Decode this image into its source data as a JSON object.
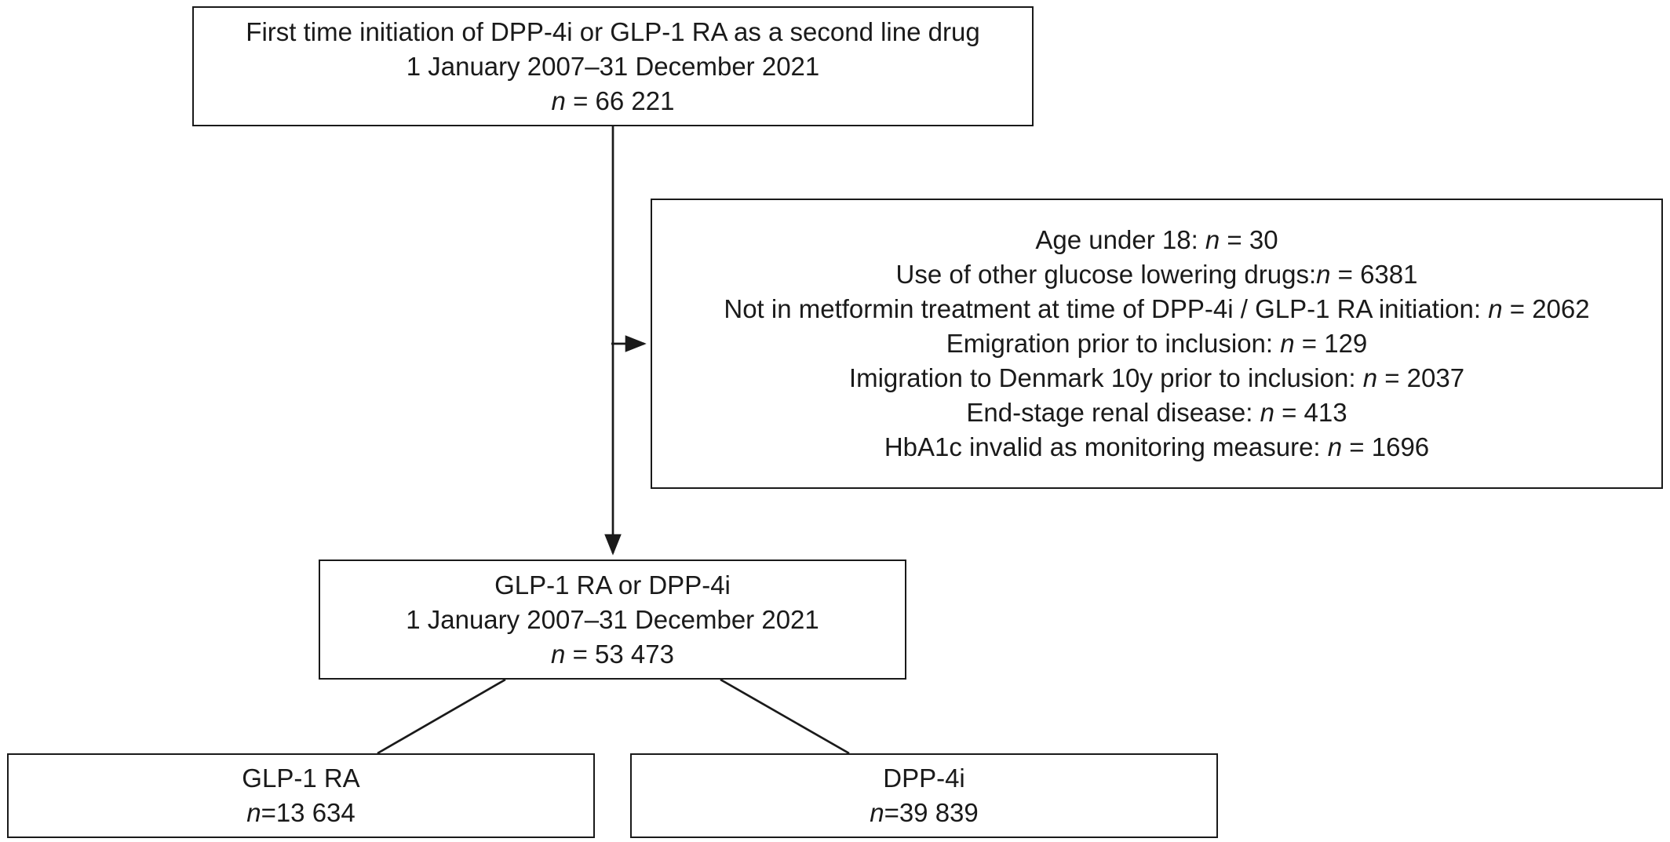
{
  "start": {
    "line1": "First time initiation of DPP-4i or GLP-1 RA as a second line drug",
    "line2": "1 January 2007–31 December 2021",
    "n_symbol": "n",
    "n_value": " = 66 221"
  },
  "exclusions": [
    {
      "prefix": "Age under 18: ",
      "n_symbol": "n",
      "value": " = 30"
    },
    {
      "prefix": "Use of other glucose lowering drugs:",
      "n_symbol": "n",
      "value": " = 6381"
    },
    {
      "prefix": "Not in metformin treatment at time of DPP-4i / GLP-1 RA initiation: ",
      "n_symbol": "n",
      "value": " = 2062"
    },
    {
      "prefix": "Emigration prior to inclusion: ",
      "n_symbol": "n",
      "value": " = 129"
    },
    {
      "prefix": "Imigration to Denmark 10y prior to inclusion: ",
      "n_symbol": "n",
      "value": " = 2037"
    },
    {
      "prefix": "End-stage renal disease: ",
      "n_symbol": "n",
      "value": " = 413"
    },
    {
      "prefix": "HbA1c invalid as monitoring measure: ",
      "n_symbol": "n",
      "value": " = 1696"
    }
  ],
  "cohort": {
    "line1": "GLP-1 RA or DPP-4i",
    "line2": "1 January 2007–31 December 2021",
    "n_symbol": "n",
    "n_value": " = 53 473"
  },
  "glp1": {
    "label": "GLP-1 RA",
    "n_symbol": "n",
    "n_value": "=13 634"
  },
  "dpp4": {
    "label": "DPP-4i",
    "n_symbol": "n",
    "n_value": "=39 839"
  }
}
